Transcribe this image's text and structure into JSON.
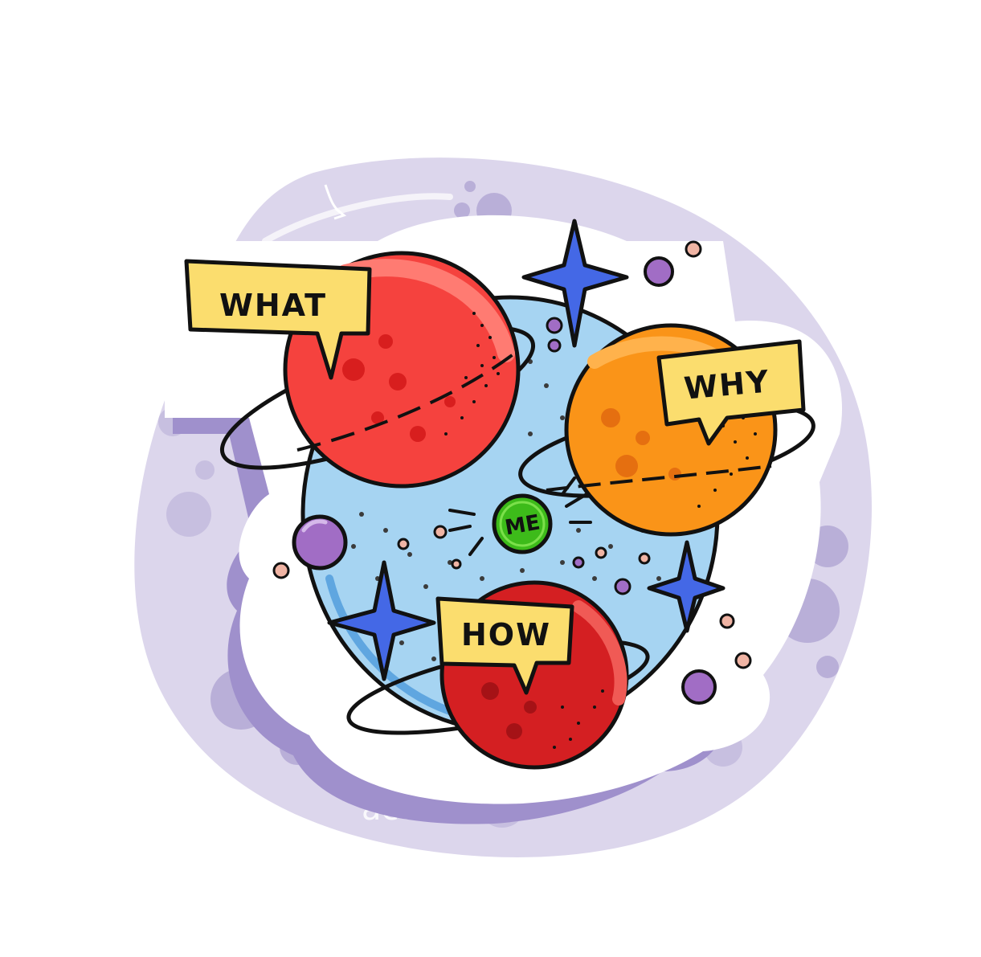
{
  "labels": {
    "what": "WHAT",
    "why": "WHY",
    "how": "HOW",
    "me": "ME"
  },
  "background_scribble": "act↗",
  "colors": {
    "background_blob": "#dcd6ec",
    "background_blob_dark": "#b9afd8",
    "center_planet": "#a6d4f2",
    "planet_what": "#f5423e",
    "planet_why": "#fa9418",
    "planet_how": "#d41f22",
    "me_circle": "#3dbb1a",
    "speech_bubble": "#fbdd6e",
    "star": "#4468e6",
    "moon": "#a16dc5",
    "outline": "#111111"
  },
  "icons": [
    "star-icon",
    "moon-icon",
    "speech-bubble-icon"
  ]
}
